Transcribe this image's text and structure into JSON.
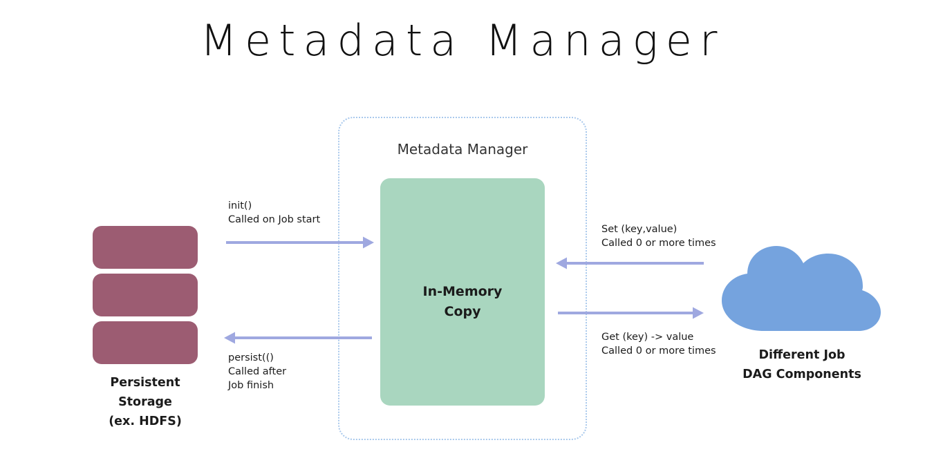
{
  "page": {
    "title": "Metadata Manager",
    "background_color": "#ffffff"
  },
  "colors": {
    "storage_mauve": "#9c5c72",
    "memory_green": "#a9d6bf",
    "cloud_blue": "#75a3de",
    "arrow_periwinkle": "#9fa8e0",
    "dotted_border_blue": "#a8c8ec",
    "text_dark": "#1b1b1b"
  },
  "nodes": {
    "persistent_storage": {
      "label_lines": [
        "Persistent",
        "Storage",
        "(ex. HDFS)"
      ],
      "slab_count": 3,
      "shape": "stacked-cylinder-slabs"
    },
    "metadata_manager": {
      "heading": "Metadata Manager",
      "inner_box_label_lines": [
        "In-Memory",
        "Copy"
      ],
      "border_style": "dotted"
    },
    "dag_components": {
      "label_lines": [
        "Different Job",
        "DAG Components"
      ],
      "shape": "cloud"
    }
  },
  "edges": [
    {
      "id": "init",
      "direction": "right",
      "from": "persistent_storage",
      "to": "metadata_manager",
      "caption_lines": [
        "init()",
        "Called on Job start"
      ]
    },
    {
      "id": "persist",
      "direction": "left",
      "from": "metadata_manager",
      "to": "persistent_storage",
      "caption_lines": [
        "persist(()",
        "Called after",
        "Job finish"
      ]
    },
    {
      "id": "set",
      "direction": "left",
      "from": "dag_components",
      "to": "metadata_manager",
      "caption_lines": [
        "Set (key,value)",
        "Called 0 or more times"
      ]
    },
    {
      "id": "get",
      "direction": "right",
      "from": "metadata_manager",
      "to": "dag_components",
      "caption_lines": [
        "Get (key) -> value",
        "Called 0 or more times"
      ]
    }
  ]
}
